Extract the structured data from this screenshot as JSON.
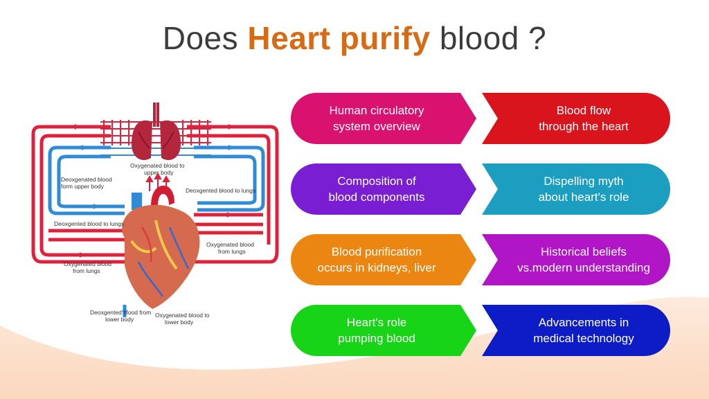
{
  "title": {
    "prefix": "Does ",
    "highlight": "Heart purify",
    "suffix": " blood ?"
  },
  "colors": {
    "title_text": "#3c3c3c",
    "title_highlight": "#d86a14",
    "artery_red": "#e0213c",
    "vein_blue": "#2f8ad8"
  },
  "diagram": {
    "labels": {
      "oxy_upper": "Oxygenated blood to",
      "oxy_upper_2": "upper body",
      "deoxy_upper": "Deoxgenated blood",
      "deoxy_upper_2": "form upper body",
      "deoxy_lungs_right": "Deoxgented blood to lungs",
      "deoxy_lungs_left": "Deoxgented blood to lungs",
      "oxy_from_lungs_right": "Oxygenated blood",
      "oxy_from_lungs_right_2": "from lungs",
      "oxy_from_lungs_left": "Oxygenated blood",
      "oxy_from_lungs_left_2": "from lungs",
      "deoxy_lower": "Deoxgented blood from",
      "deoxy_lower_2": "lower body",
      "oxy_lower": "Oxygenated blood to",
      "oxy_lower_2": "lower body"
    }
  },
  "cards": [
    {
      "line1": "Human circulatory",
      "line2": "system overview",
      "color": "#d8126e"
    },
    {
      "line1": "Blood flow",
      "line2": "through the heart",
      "color": "#d9141c"
    },
    {
      "line1": "Composition of",
      "line2": "blood components",
      "color": "#7a1ed4"
    },
    {
      "line1": "Dispelling myth",
      "line2": "about heart's role",
      "color": "#1c9ec1"
    },
    {
      "line1": "Blood purification",
      "line2": "occurs in kidneys, liver",
      "color": "#eb8613"
    },
    {
      "line1": "Historical beliefs",
      "line2": "vs.modern understanding",
      "color": "#b016c6"
    },
    {
      "line1": "Heart's role",
      "line2": "pumping blood",
      "color": "#17d417"
    },
    {
      "line1": "Advancements in",
      "line2": "medical technology",
      "color": "#0d1cc4"
    }
  ]
}
